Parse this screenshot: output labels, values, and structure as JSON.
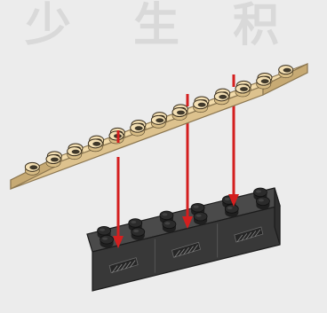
{
  "watermark": {
    "chars": [
      "少",
      "生",
      "积"
    ]
  },
  "plate": {
    "type": "plate",
    "color": "tan",
    "studs_long": 12,
    "studs_wide": 2
  },
  "brick": {
    "type": "brick",
    "color": "dark-gray",
    "studs_long": 6,
    "studs_wide": 2
  },
  "arrows": {
    "count": 3,
    "color": "#d41f1f",
    "direction": "down"
  },
  "colors": {
    "plate_top": "#f2dbaa",
    "plate_side": "#ddc28e",
    "plate_edge": "#c7aa74",
    "brick_top": "#4a4a4a",
    "brick_side": "#383838",
    "stud_dark": "#2b2b2b",
    "arrow": "#d41f1f"
  }
}
